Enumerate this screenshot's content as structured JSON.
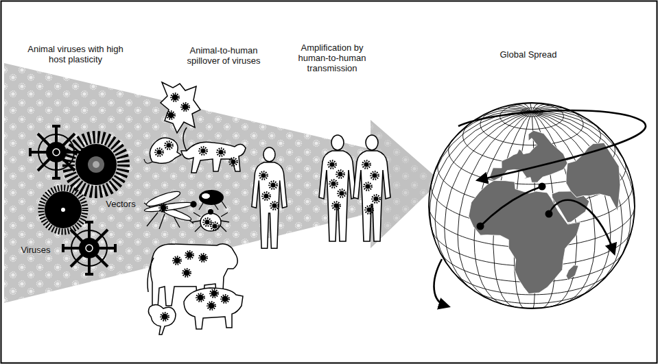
{
  "diagram": {
    "labels": [
      "Animal viruses with high host plasticity",
      "Animal-to-human spillover of viruses",
      "Amplification by human-to-human transmission",
      "Global Spread",
      "Vectors",
      "Viruses"
    ]
  }
}
